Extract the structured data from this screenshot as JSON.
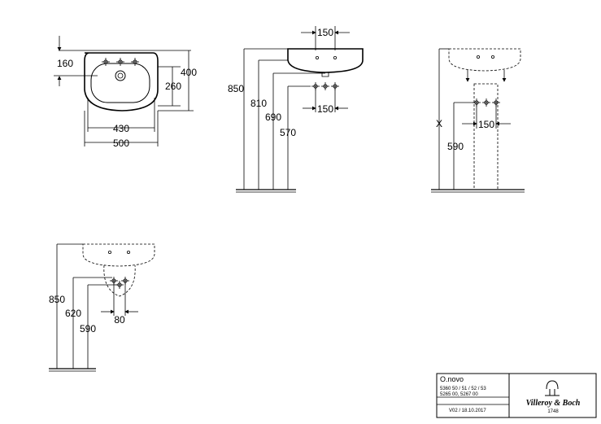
{
  "views": {
    "top_view": {
      "dims": {
        "d160": "160",
        "d260": "260",
        "d400": "400",
        "d430": "430",
        "d500": "500"
      }
    },
    "side_view": {
      "dims": {
        "d150_top": "150",
        "d850": "850",
        "d810": "810",
        "d690": "690",
        "d570": "570",
        "d150_bottom": "150"
      }
    },
    "pedestal_view": {
      "dims": {
        "dx": "X",
        "d150": "150",
        "d590": "590"
      }
    },
    "semi_pedestal_view": {
      "dims": {
        "d850": "850",
        "d620": "620",
        "d590": "590",
        "d80": "80"
      }
    }
  },
  "title_block": {
    "product": "O.novo",
    "codes_line1": "5360 50 / 51 / 52 / 53",
    "codes_line2": "5265 00, 5267 00",
    "version": "V02 / 18.10.2017",
    "logo_text": "Villeroy & Boch",
    "logo_year": "1748"
  },
  "colors": {
    "ink": "#000000",
    "background": "#ffffff"
  }
}
